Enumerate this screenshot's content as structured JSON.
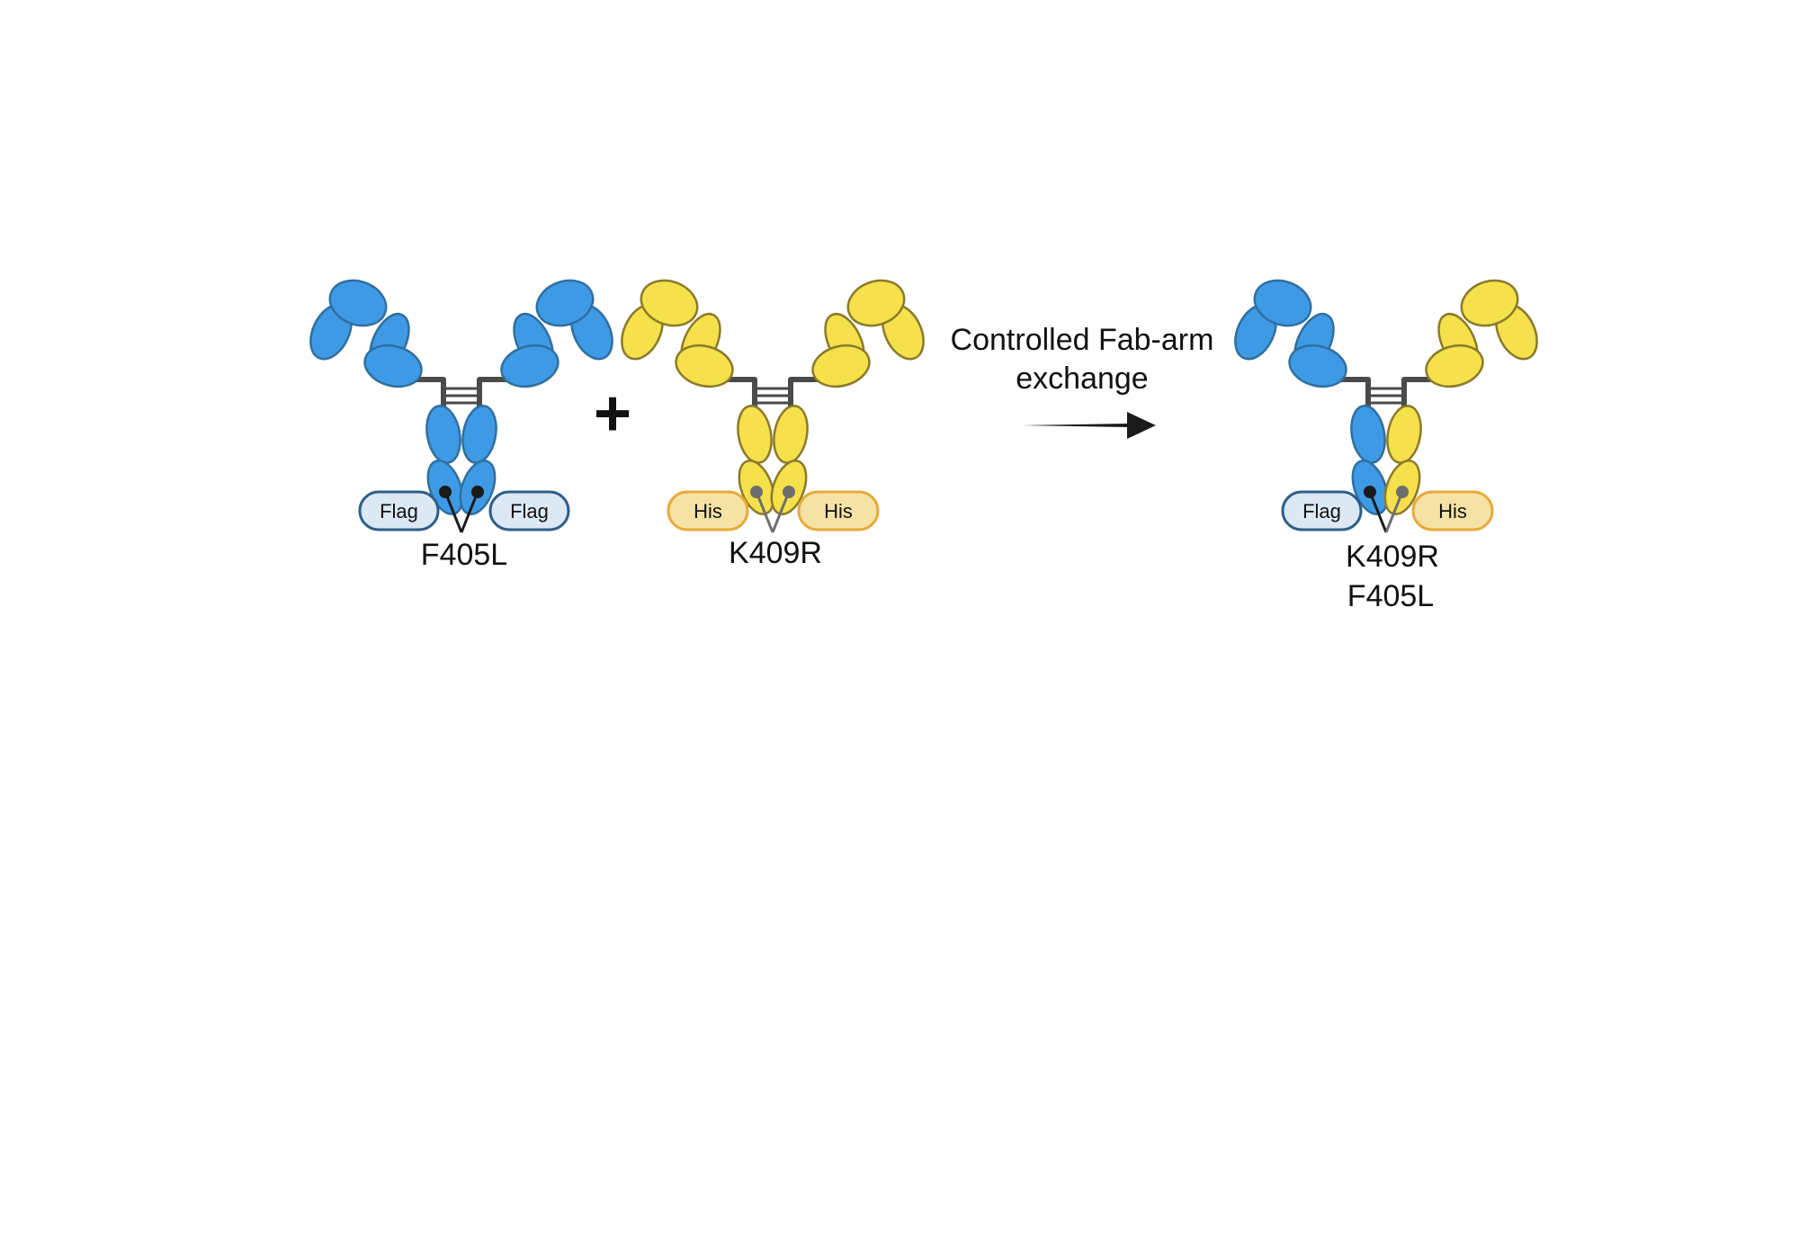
{
  "colors": {
    "blue_fill": "#3f9ae6",
    "blue_stroke": "#2f6f9f",
    "yellow_fill": "#f6e04c",
    "yellow_stroke": "#8a7a2a",
    "hinge": "#4a4a4a",
    "flag_tag_fill": "#dce9f5",
    "flag_tag_stroke": "#2e5f8a",
    "his_tag_fill": "#f5e3a6",
    "his_tag_stroke": "#e8a93a",
    "arrow": "#1a1a1a"
  },
  "left_antibody": {
    "chain_color": "blue",
    "tag_left": "Flag",
    "tag_right": "Flag",
    "mutation": "F405L"
  },
  "plus_symbol": "+",
  "middle_antibody": {
    "chain_color": "yellow",
    "tag_left": "His",
    "tag_right": "His",
    "mutation": "K409R"
  },
  "process": {
    "line1": "Controlled Fab-arm",
    "line2": "exchange"
  },
  "right_antibody": {
    "left_chain": "blue",
    "right_chain": "yellow",
    "tag_left": "Flag",
    "tag_right": "His",
    "mutation_line1": "K409R",
    "mutation_line2": "F405L"
  }
}
